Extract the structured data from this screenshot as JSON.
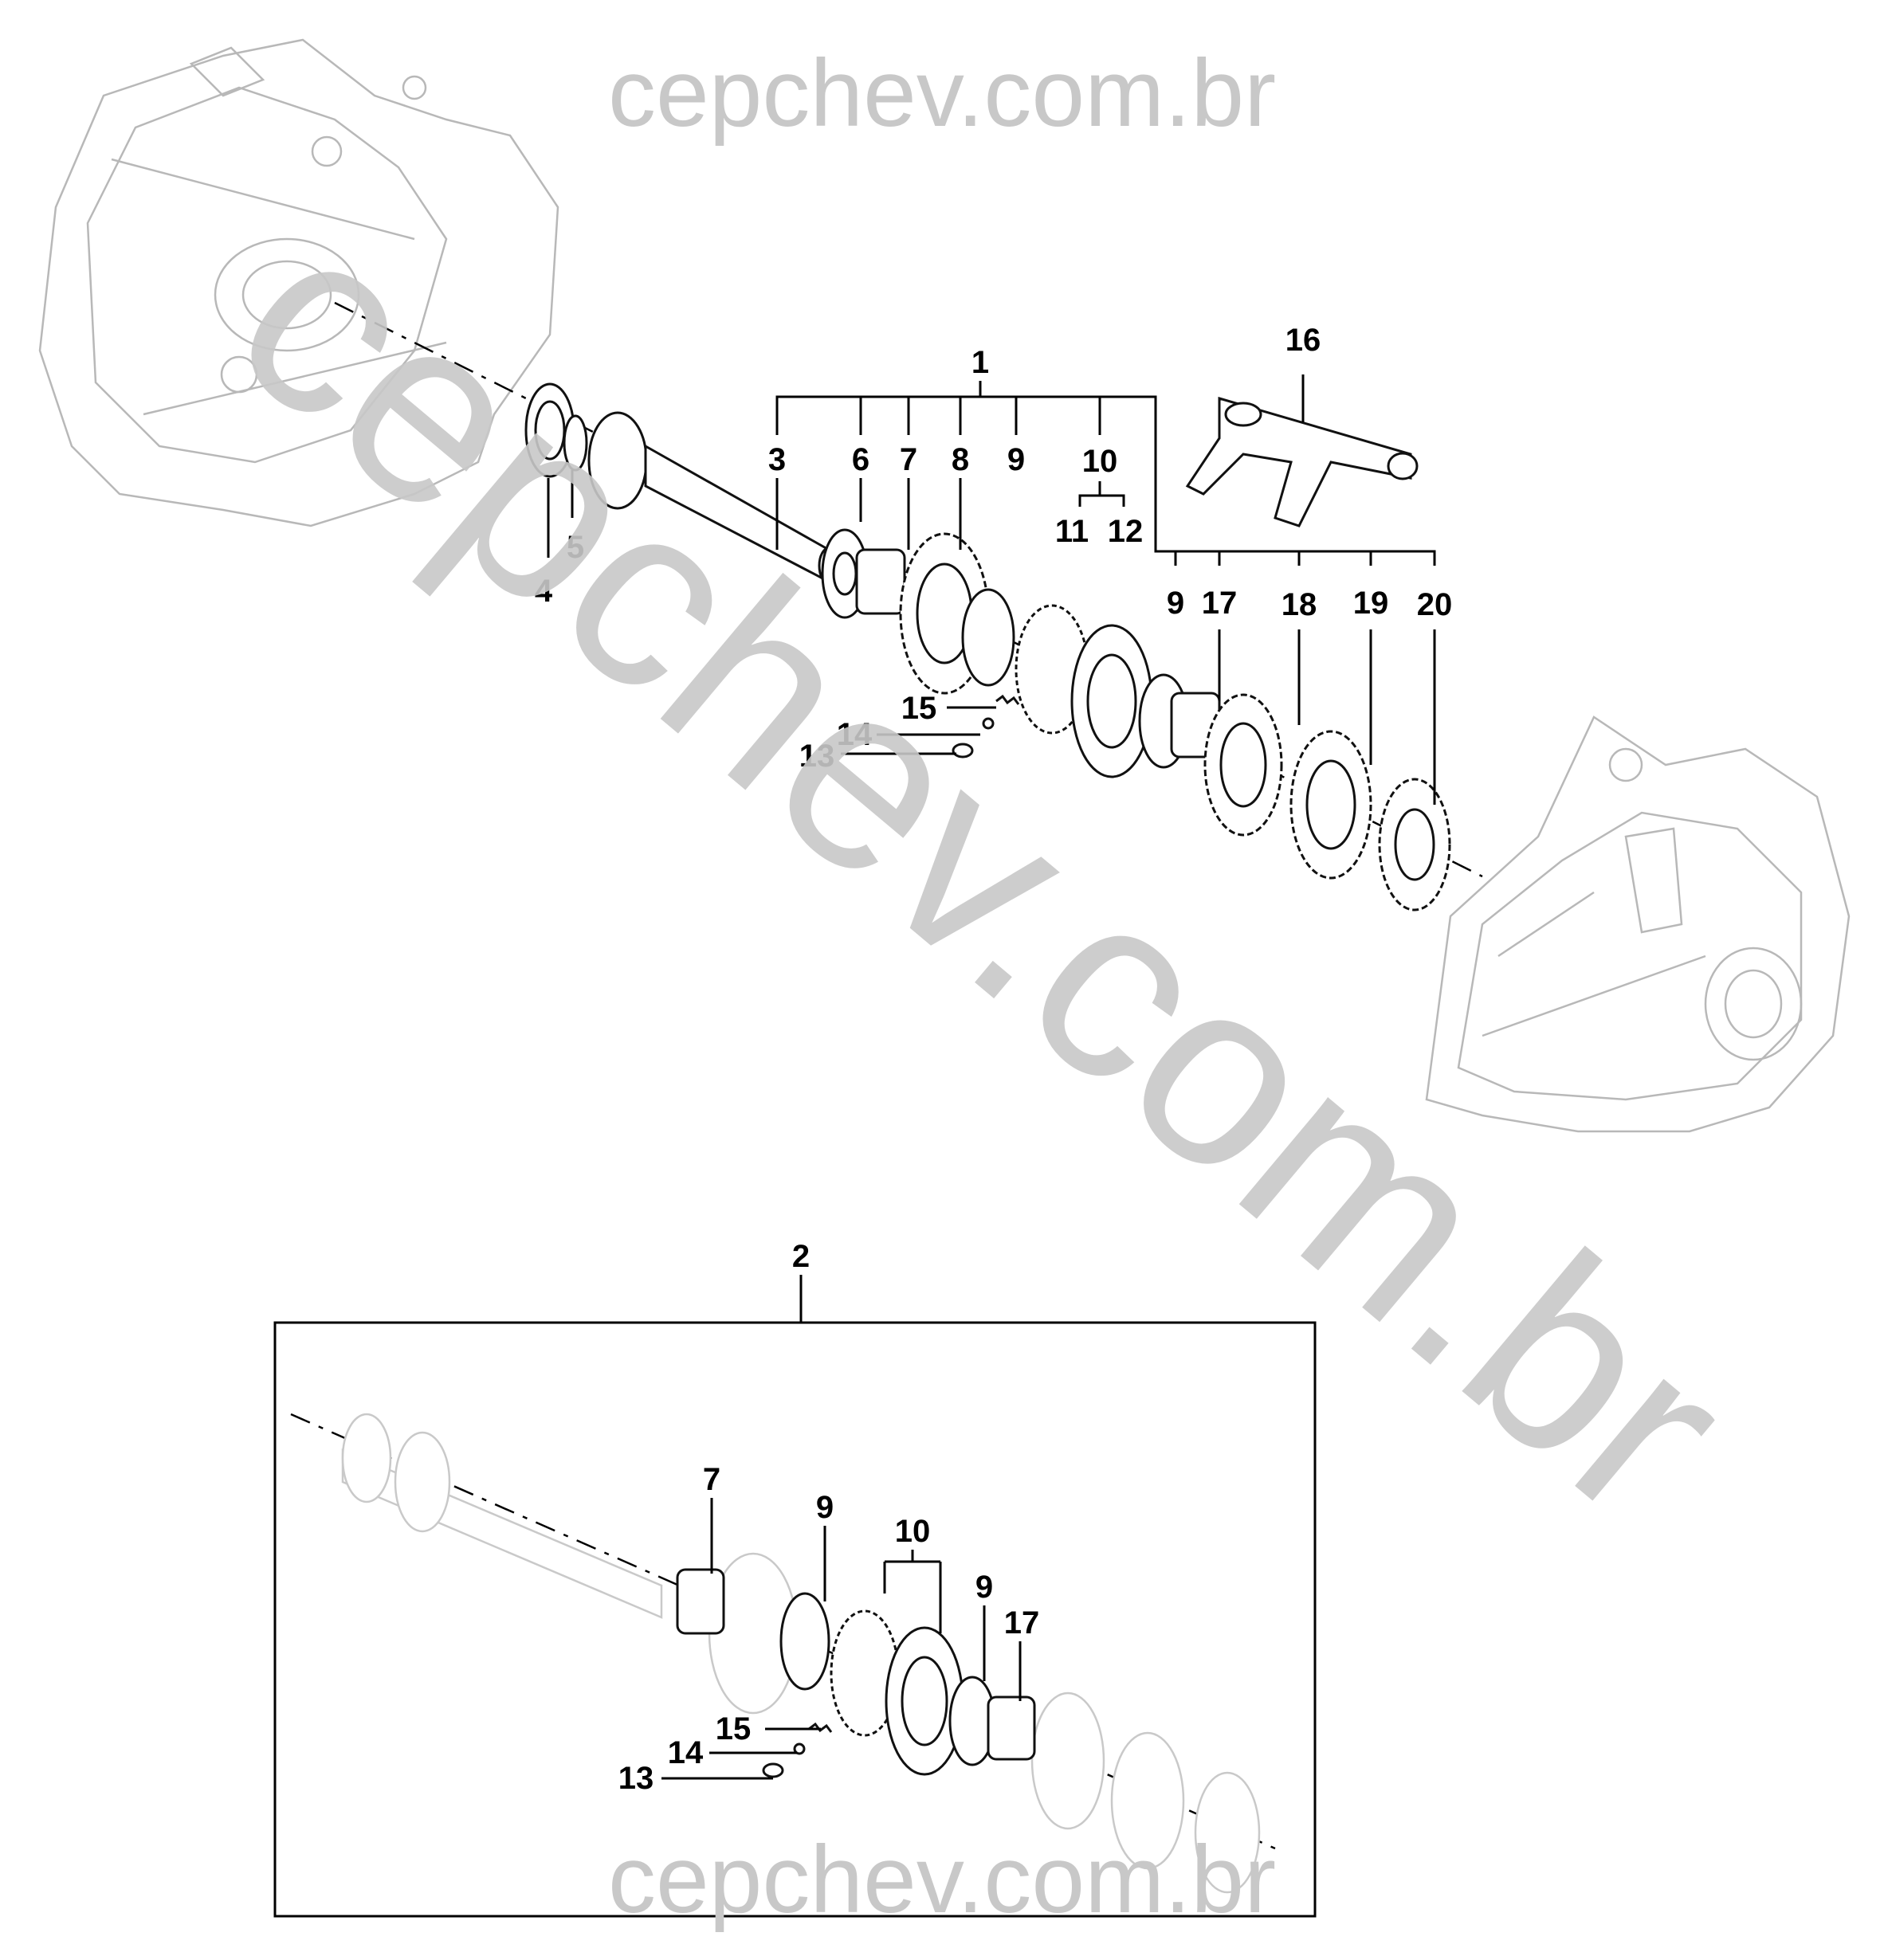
{
  "watermark": {
    "top_text": "cepchev.com.br",
    "diagonal_text": "cepchev.com.br",
    "bottom_text": "cepchev.com.br",
    "color": "#c8c8c8"
  },
  "main_assembly": {
    "group_label": "1",
    "callouts": [
      "3",
      "4",
      "5",
      "6",
      "7",
      "8",
      "9",
      "10",
      "11",
      "12",
      "13",
      "14",
      "15",
      "16",
      "9",
      "17",
      "18",
      "19",
      "20"
    ]
  },
  "inset_assembly": {
    "group_label": "2",
    "callouts": [
      "7",
      "9",
      "10",
      "9",
      "17",
      "15",
      "14",
      "13"
    ]
  }
}
